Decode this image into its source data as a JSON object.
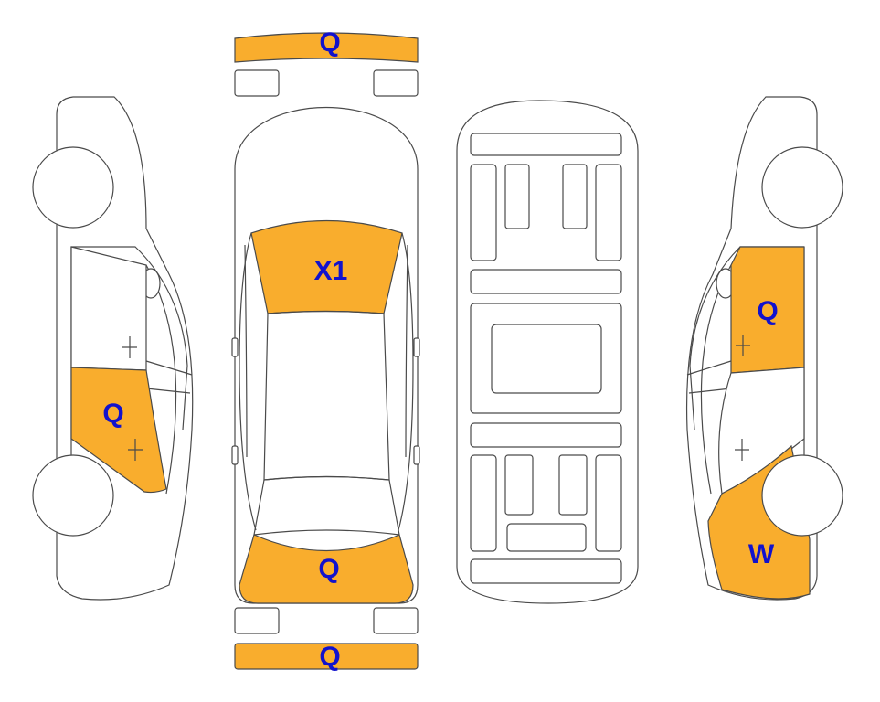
{
  "colors": {
    "damage_fill": "#F9AD2D",
    "mark_text": "#1212CC",
    "outline": "#4A4A4A"
  },
  "marks": {
    "front_bumper": "Q",
    "hood": "X1",
    "trunk": "Q",
    "rear_bumper": "Q",
    "left_rear_door": "Q",
    "right_front_door": "Q",
    "right_front_fender": "W"
  }
}
